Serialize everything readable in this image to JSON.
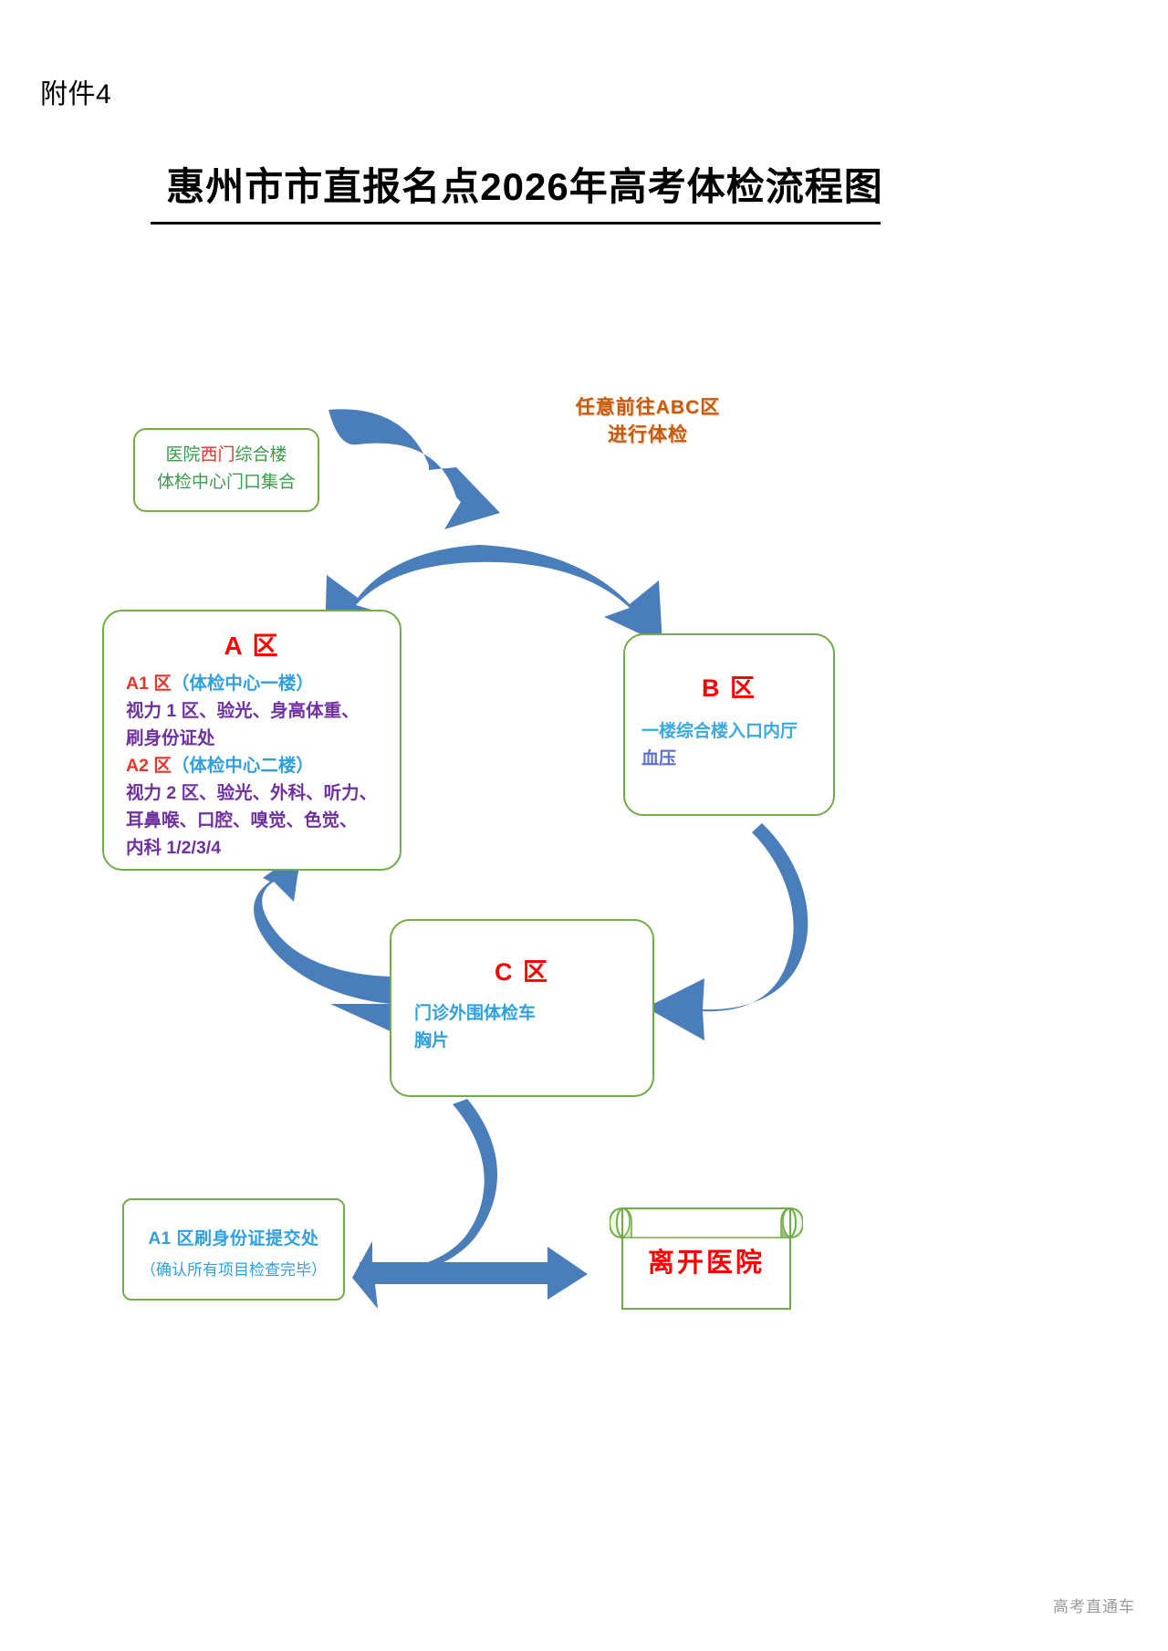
{
  "header": {
    "attachment_label": "附件4",
    "title": "惠州市市直报名点2026年高考体检流程图"
  },
  "start_box": {
    "line1_prefix": "医院",
    "line1_emphasis": "西门",
    "line1_suffix": "综合楼",
    "line2": "体检中心门口集合"
  },
  "orange_note": {
    "line1": "任意前往ABC区",
    "line2": "进行体检"
  },
  "zone_a": {
    "title": "A 区",
    "a1_label": "A1 区",
    "a1_location": "（体检中心一楼）",
    "a1_items_line1": "视力 1 区、验光、身高体重、",
    "a1_items_line2": "刷身份证处",
    "a2_label": "A2 区",
    "a2_location": "（体检中心二楼）",
    "a2_items_line1": "视力 2 区、验光、外科、听力、",
    "a2_items_line2": "耳鼻喉、口腔、嗅觉、色觉、",
    "a2_items_line3": "内科 1/2/3/4"
  },
  "zone_b": {
    "title": "B 区",
    "line1": "一楼综合楼入口内厅",
    "line2": "血压"
  },
  "zone_c": {
    "title": "C 区",
    "line1": "门诊外围体检车",
    "line2": "胸片"
  },
  "final_box": {
    "line1": "A1 区刷身份证提交处",
    "line2": "（确认所有项目检查完毕）"
  },
  "exit_banner": {
    "text": "离开医院"
  },
  "watermark": {
    "text": "高考直通车"
  },
  "colors": {
    "box_border_green": "#70ad47",
    "zone_title_red": "#ff0000",
    "arrow_blue": "#4a7ebb",
    "orange_note": "#c55a11",
    "purple_text": "#7030a0",
    "blue_text": "#2f9fe0",
    "green_text": "#3a9b4a"
  }
}
